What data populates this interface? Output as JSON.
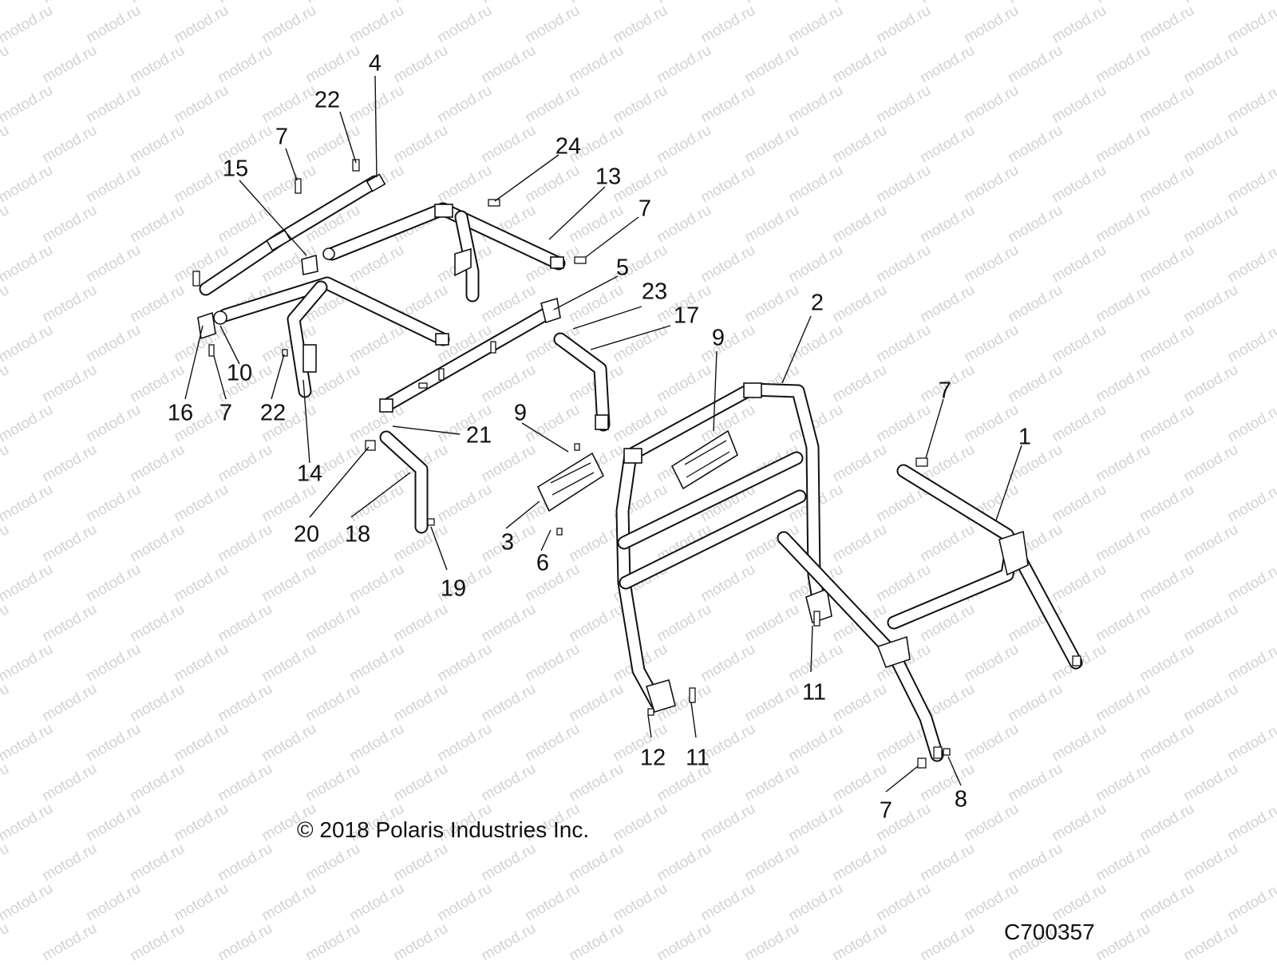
{
  "watermark": {
    "text": "motod.ru"
  },
  "copyright": "© 2018 Polaris Industries Inc.",
  "diagram_id": "C700357",
  "callouts": [
    "4",
    "22",
    "7",
    "15",
    "24",
    "13",
    "7",
    "5",
    "23",
    "17",
    "2",
    "9",
    "10",
    "16",
    "7",
    "22",
    "14",
    "21",
    "9",
    "7",
    "1",
    "20",
    "18",
    "3",
    "6",
    "19",
    "11",
    "11",
    "12",
    "7",
    "8"
  ]
}
